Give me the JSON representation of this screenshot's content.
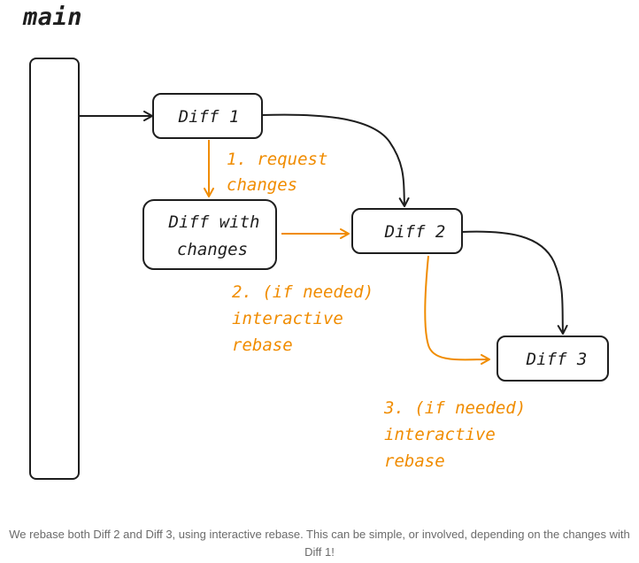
{
  "diagram": {
    "title": "main",
    "nodes": {
      "diff1": "Diff 1",
      "diff_with_changes": [
        "Diff with",
        "changes"
      ],
      "diff2": "Diff 2",
      "diff3": "Diff 3"
    },
    "annotations": {
      "step1": [
        "1. request",
        "changes"
      ],
      "step2": [
        "2. (if needed)",
        "interactive",
        "rebase"
      ],
      "step3": [
        "3. (if needed)",
        "interactive",
        "rebase"
      ]
    },
    "colors": {
      "stroke": "#1e1e1e",
      "accent": "#f08c00"
    }
  },
  "caption": "We rebase both Diff 2 and Diff 3, using interactive rebase. This can be simple, or involved, depending on the changes with Diff 1!"
}
